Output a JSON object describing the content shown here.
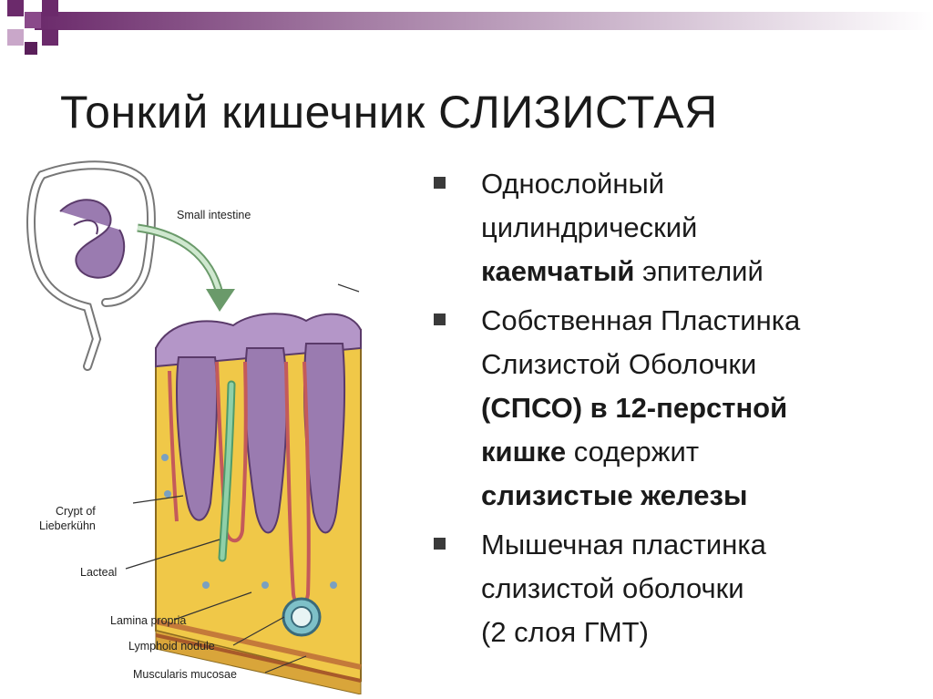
{
  "slide": {
    "title": "Тонкий кишечник СЛИЗИСТАЯ",
    "bullets": [
      {
        "lines": [
          [
            {
              "t": "Однослойный",
              "b": false
            }
          ],
          [
            {
              "t": "цилиндрический",
              "b": false
            }
          ],
          [
            {
              "t": "каемчатый",
              "b": true
            },
            {
              "t": " эпителий",
              "b": false
            }
          ]
        ]
      },
      {
        "lines": [
          [
            {
              "t": "Собственная Пластинка",
              "b": false
            }
          ],
          [
            {
              "t": "Слизистой Оболочки",
              "b": false
            }
          ],
          [
            {
              "t": "(СПСО) в 12-перстной",
              "b": true
            }
          ],
          [
            {
              "t": "кишке",
              "b": true
            },
            {
              "t": " содержит",
              "b": false
            }
          ],
          [
            {
              "t": "слизистые железы",
              "b": true
            }
          ]
        ]
      },
      {
        "lines": [
          [
            {
              "t": "Мышечная пластинка",
              "b": false
            }
          ],
          [
            {
              "t": "слизистой оболочки",
              "b": false
            }
          ],
          [
            {
              "t": "(2 слоя ГМТ)",
              "b": false
            }
          ]
        ]
      }
    ]
  },
  "figure": {
    "labels": {
      "small_intestine": "Small intestine",
      "crypt_line1": "Crypt of",
      "crypt_line2": "Lieberkühn",
      "lacteal": "Lacteal",
      "lamina_propria": "Lamina propria",
      "lymphoid_nodule": "Lymphoid nodule",
      "muscularis_mucosae": "Muscularis mucosae"
    }
  },
  "colors": {
    "deco_purple": "#6b2a6b",
    "villus_purple": "#9a7bb0",
    "lamina_yellow": "#f0c848",
    "lacteal_green": "#8fd0a8",
    "bullet_mark": "#3a3a3a"
  }
}
